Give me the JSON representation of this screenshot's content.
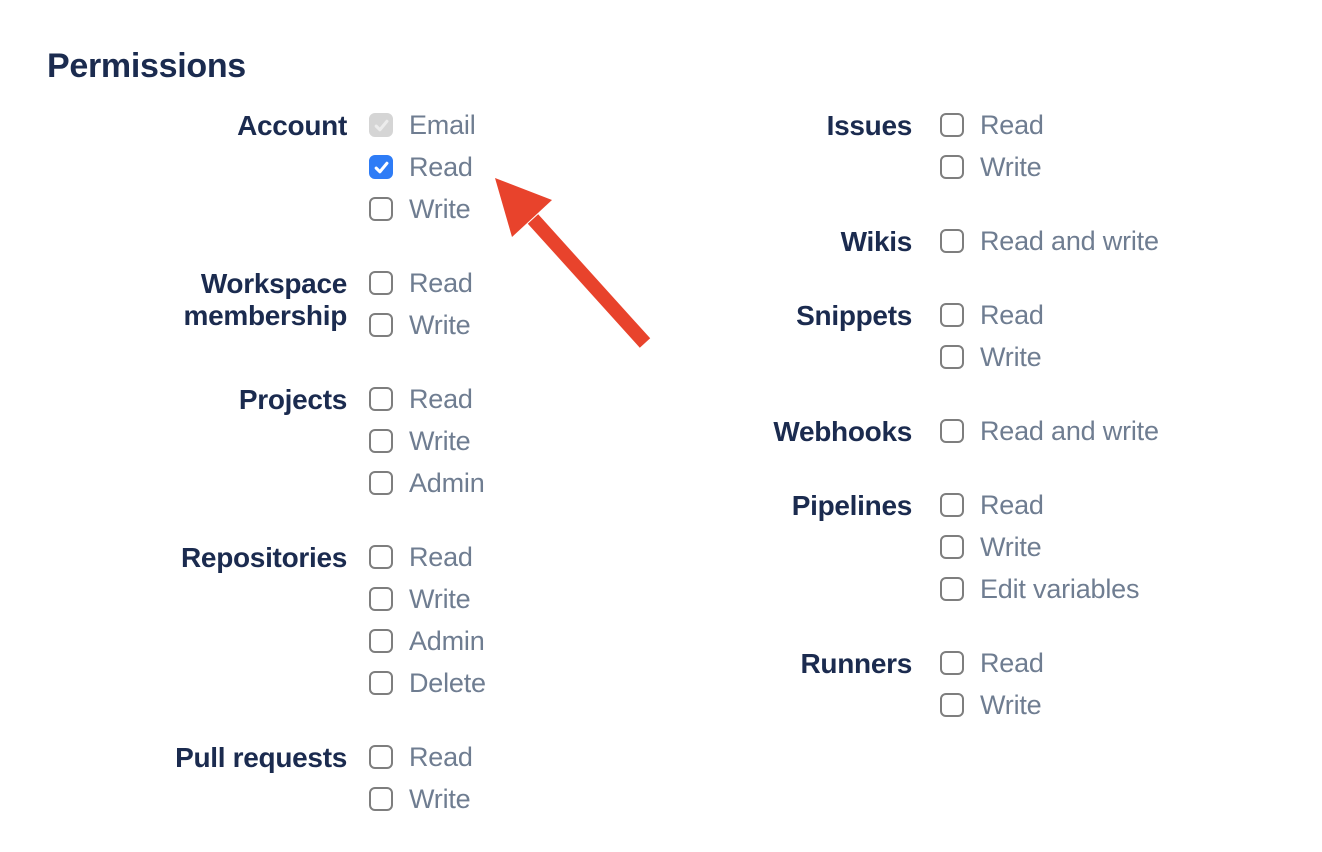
{
  "colors": {
    "page_bg": "#FFFFFF",
    "heading_text": "#1B2B4F",
    "label_text": "#1B2B4F",
    "option_text": "#6F7D91",
    "checkbox_border": "#7E7E7E",
    "checkbox_checked_bg": "#2E7CF6",
    "checkbox_check": "#FFFFFF",
    "checkbox_disabled_bg": "#D5D5D5",
    "checkbox_disabled_check": "#ECECEC",
    "arrow": "#E8432C"
  },
  "permissions": {
    "heading": "Permissions",
    "columns": {
      "left": [
        {
          "id": "account",
          "label": "Account",
          "options": [
            {
              "id": "email",
              "label": "Email",
              "state": "checked-disabled"
            },
            {
              "id": "read",
              "label": "Read",
              "state": "checked"
            },
            {
              "id": "write",
              "label": "Write",
              "state": "unchecked"
            }
          ]
        },
        {
          "id": "workspace-membership",
          "label": "Workspace membership",
          "options": [
            {
              "id": "read",
              "label": "Read",
              "state": "unchecked"
            },
            {
              "id": "write",
              "label": "Write",
              "state": "unchecked"
            }
          ]
        },
        {
          "id": "projects",
          "label": "Projects",
          "options": [
            {
              "id": "read",
              "label": "Read",
              "state": "unchecked"
            },
            {
              "id": "write",
              "label": "Write",
              "state": "unchecked"
            },
            {
              "id": "admin",
              "label": "Admin",
              "state": "unchecked"
            }
          ]
        },
        {
          "id": "repositories",
          "label": "Repositories",
          "options": [
            {
              "id": "read",
              "label": "Read",
              "state": "unchecked"
            },
            {
              "id": "write",
              "label": "Write",
              "state": "unchecked"
            },
            {
              "id": "admin",
              "label": "Admin",
              "state": "unchecked"
            },
            {
              "id": "delete",
              "label": "Delete",
              "state": "unchecked"
            }
          ]
        },
        {
          "id": "pull-requests",
          "label": "Pull requests",
          "options": [
            {
              "id": "read",
              "label": "Read",
              "state": "unchecked"
            },
            {
              "id": "write",
              "label": "Write",
              "state": "unchecked"
            }
          ]
        }
      ],
      "right": [
        {
          "id": "issues",
          "label": "Issues",
          "options": [
            {
              "id": "read",
              "label": "Read",
              "state": "unchecked"
            },
            {
              "id": "write",
              "label": "Write",
              "state": "unchecked"
            }
          ]
        },
        {
          "id": "wikis",
          "label": "Wikis",
          "options": [
            {
              "id": "read-and-write",
              "label": "Read and write",
              "state": "unchecked"
            }
          ]
        },
        {
          "id": "snippets",
          "label": "Snippets",
          "options": [
            {
              "id": "read",
              "label": "Read",
              "state": "unchecked"
            },
            {
              "id": "write",
              "label": "Write",
              "state": "unchecked"
            }
          ]
        },
        {
          "id": "webhooks",
          "label": "Webhooks",
          "options": [
            {
              "id": "read-and-write",
              "label": "Read and write",
              "state": "unchecked"
            }
          ]
        },
        {
          "id": "pipelines",
          "label": "Pipelines",
          "options": [
            {
              "id": "read",
              "label": "Read",
              "state": "unchecked"
            },
            {
              "id": "write",
              "label": "Write",
              "state": "unchecked"
            },
            {
              "id": "edit-variables",
              "label": "Edit variables",
              "state": "unchecked"
            }
          ]
        },
        {
          "id": "runners",
          "label": "Runners",
          "options": [
            {
              "id": "read",
              "label": "Read",
              "state": "unchecked"
            },
            {
              "id": "write",
              "label": "Write",
              "state": "unchecked"
            }
          ]
        }
      ]
    }
  },
  "annotation": {
    "type": "arrow",
    "color": "#E8432C",
    "points_to": "account-read-checkbox"
  }
}
